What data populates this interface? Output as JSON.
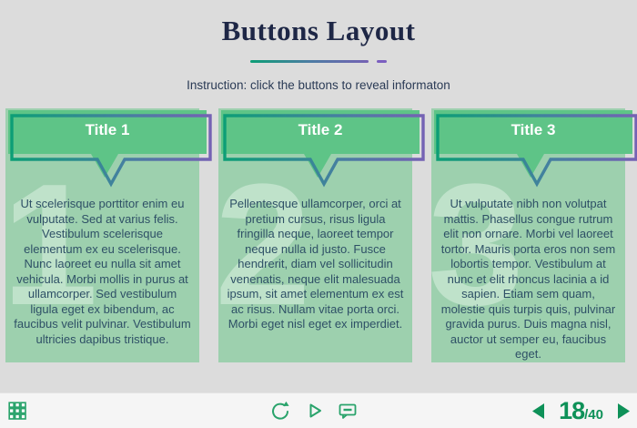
{
  "header": {
    "title": "Buttons Layout",
    "instruction": "Instruction: click the buttons to reveal informaton"
  },
  "panels": [
    {
      "number": "1",
      "title": "Title 1",
      "body": "Ut scelerisque porttitor enim eu vulputate. Sed at varius felis. Vestibulum scelerisque elementum ex eu scelerisque. Nunc laoreet eu nulla sit amet vehicula. Morbi mollis in purus at ullamcorper. Sed vestibulum ligula eget ex bibendum, ac faucibus velit pulvinar. Vestibulum ultricies dapibus tristique."
    },
    {
      "number": "2",
      "title": "Title 2",
      "body": "Pellentesque ullamcorper, orci at pretium cursus, risus ligula fringilla neque, laoreet tempor neque nulla id justo. Fusce hendrerit, diam vel sollicitudin venenatis, neque elit malesuada ipsum, sit amet elementum ex est ac risus. Nullam vitae porta orci. Morbi eget nisl eget ex imperdiet."
    },
    {
      "number": "3",
      "title": "Title 3",
      "body": "Ut vulputate nibh non volutpat mattis. Phasellus congue rutrum elit non ornare. Morbi vel laoreet tortor. Mauris porta eros non sem lobortis tempor. Vestibulum at nunc et elit rhoncus lacinia a id sapien. Etiam sem quam, molestie quis turpis quis, pulvinar gravida purus. Duis magna nisl, auctor ut semper eu, faucibus eget."
    }
  ],
  "footer": {
    "page_current": "18",
    "page_total": "/40",
    "icons": [
      "menu-grid-icon",
      "replay-icon",
      "play-icon",
      "comment-icon",
      "prev-icon",
      "next-icon"
    ]
  },
  "colors": {
    "background": "#dcdcdc",
    "panel_green": "#9dd0ae",
    "button_green": "#5ec487",
    "watermark_green": "#c3e4ce",
    "gradient_start": "#0d9e76",
    "gradient_end": "#7562b4",
    "dash_purple": "#7b5fc0",
    "title_navy": "#1e2746",
    "body_text": "#2e5066",
    "footer_bg": "#f5f5f5",
    "player_green": "#29a36b",
    "page_number_green": "#0e9158"
  }
}
